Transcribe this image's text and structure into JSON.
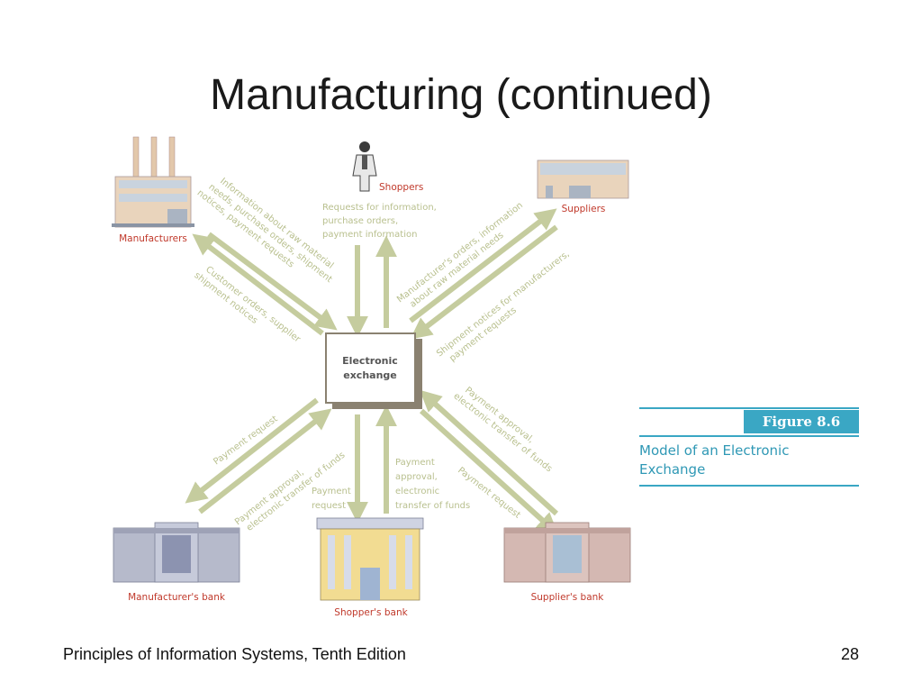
{
  "slide": {
    "title": "Manufacturing (continued)",
    "footer_left": "Principles of Information Systems, Tenth Edition",
    "page_number": "28"
  },
  "figure": {
    "tag": "Figure 8.6",
    "caption": "Model of an Electronic\nExchange"
  },
  "nodes": {
    "center": [
      "Electronic",
      "exchange"
    ],
    "manufacturers": "Manufacturers",
    "shoppers": "Shoppers",
    "suppliers": "Suppliers",
    "manufacturers_bank": "Manufacturer's  bank",
    "shoppers_bank": "Shopper's  bank",
    "suppliers_bank": "Supplier's bank"
  },
  "flow_labels": {
    "mfr_to_exchange": [
      "Information about raw material",
      "needs, purchase orders, shipment",
      "notices, payment requests"
    ],
    "exchange_to_mfr": [
      "Customer orders, supplier",
      "shipment notices"
    ],
    "shoppers_to_exchange": [
      "Requests for information,",
      "purchase orders,",
      "payment information"
    ],
    "exchange_to_suppliers": [
      "Manufacturer's orders, information",
      "about raw material needs"
    ],
    "suppliers_to_exchange": [
      "Shipment notices for manufacturers,",
      "payment requests"
    ],
    "exchange_to_mfr_bank": [
      "Payment request"
    ],
    "mfr_bank_to_exchange": [
      "Payment approval,",
      "electronic transfer of funds"
    ],
    "exchange_to_shopper_bank": [
      "Payment",
      "request"
    ],
    "shopper_bank_to_exchange": [
      "Payment",
      "approval,",
      "electronic",
      "transfer of funds"
    ],
    "supplier_bank_to_exchange": [
      "Payment approval,",
      "electronic transfer of funds"
    ],
    "exchange_to_supplier_bank": [
      "Payment request"
    ]
  },
  "colors": {
    "arrow": "#c5cc9e",
    "flow_text": "#b9c08f",
    "node_label": "#c0392b",
    "node_text": "#555555",
    "accent": "#3aa7c4"
  },
  "icons": [
    "factory-icon",
    "shopper-person-icon",
    "warehouse-icon",
    "bank-building-icon"
  ]
}
